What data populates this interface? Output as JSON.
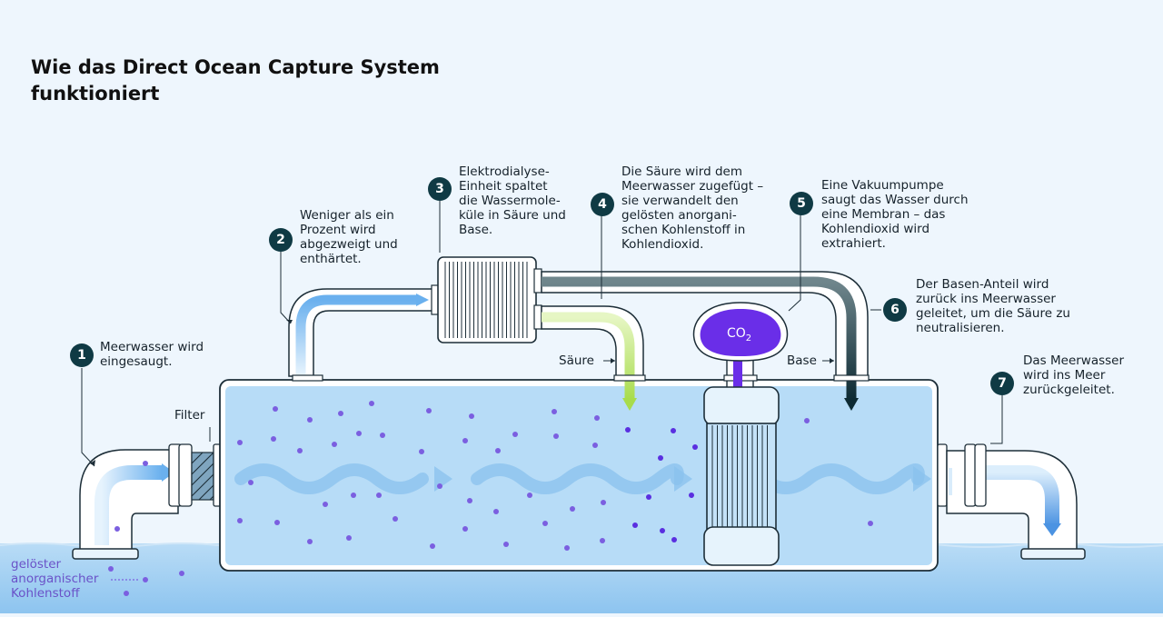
{
  "title": "Wie das Direct Ocean Capture System funktioniert",
  "steps": [
    {
      "num": "1",
      "text": "Meerwasser wird eingesaugt."
    },
    {
      "num": "2",
      "text": "Weniger als ein Prozent wird abgezweigt und enthärtet."
    },
    {
      "num": "3",
      "text": "Elektrodialyse-Einheit spaltet die Wassermole-küle in Säure und Base."
    },
    {
      "num": "4",
      "text": "Die Säure wird dem Meerwasser zugefügt – sie verwandelt den gelösten anorgani-schen Kohlenstoff in Kohlendioxid."
    },
    {
      "num": "5",
      "text": "Eine Vakuumpumpe saugt das Wasser durch eine Membran – das Kohlendioxid wird extrahiert."
    },
    {
      "num": "6",
      "text": "Der Basen-Anteil wird zurück ins Meerwasser geleitet, um die Säure zu neutralisieren."
    },
    {
      "num": "7",
      "text": "Das Meerwasser wird ins Meer zurückgeleitet."
    }
  ],
  "labels": {
    "filter": "Filter",
    "acid": "Säure",
    "base": "Base",
    "co2": "CO",
    "co2_sub": "2"
  },
  "legend": {
    "dic": "gelöster anorganischer Kohlenstoff"
  },
  "colors": {
    "background": "#eef6fd",
    "sea": "#a9d4f5",
    "tank": "#b7dcf7",
    "badge": "#0f3a44",
    "acid": "#c5ec7f",
    "base_pipe": "#5d7379",
    "co2": "#6a2ee8",
    "dic_dot": "#7b5fe0",
    "outline": "#1d2e38"
  }
}
